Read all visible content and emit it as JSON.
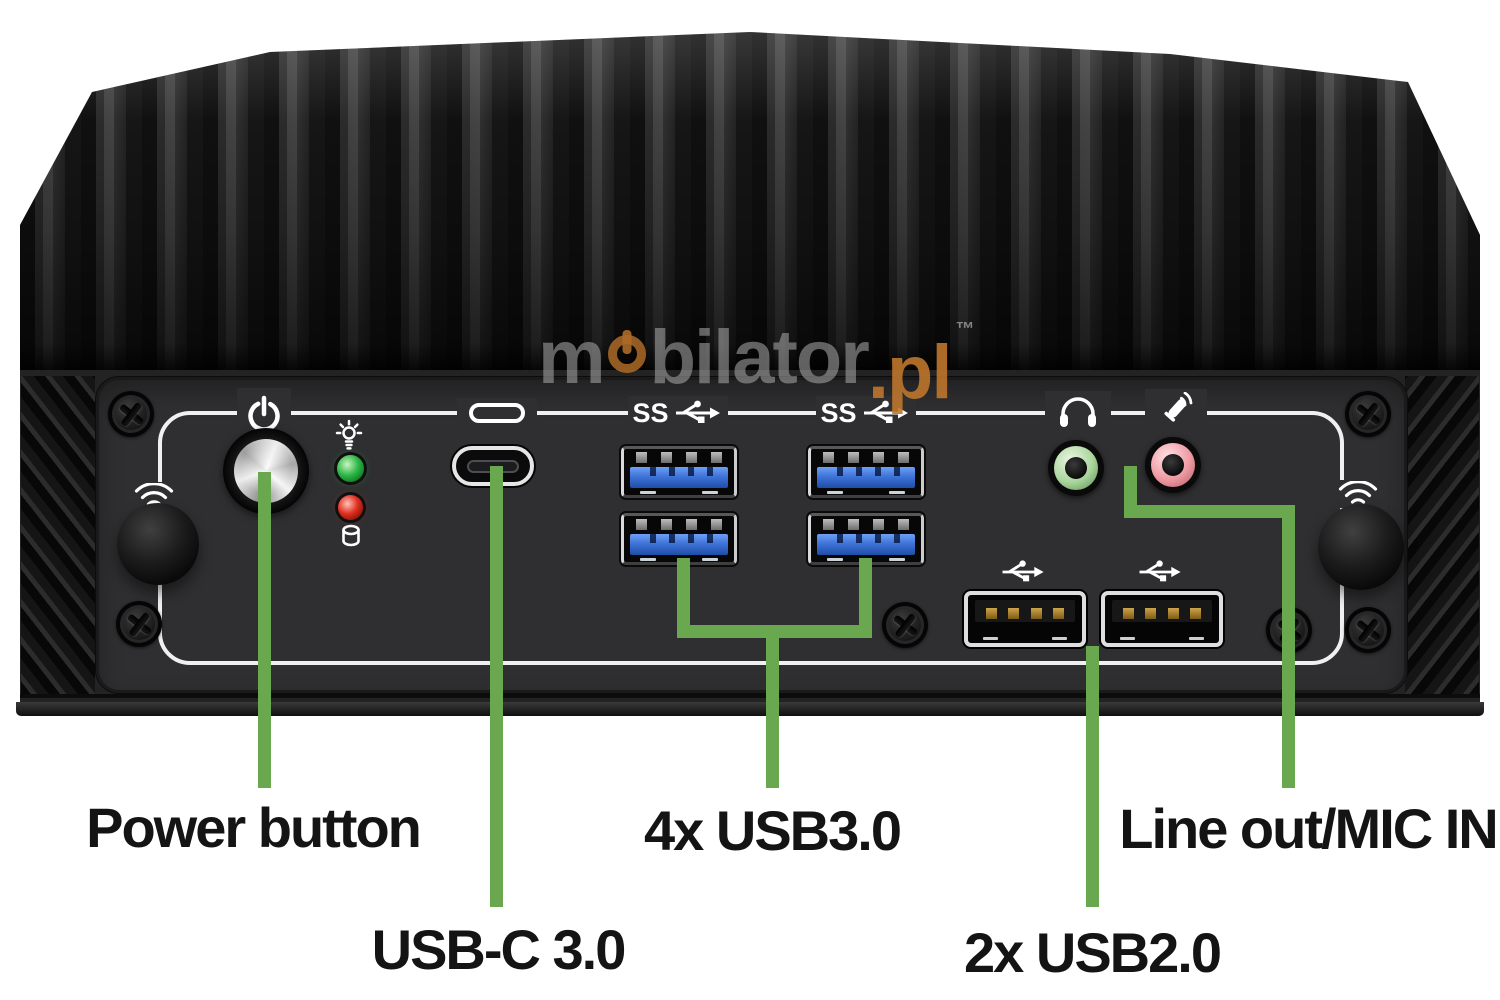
{
  "device": {
    "name": "fanless industrial mini PC - front panel",
    "panel": {
      "ss_label": "SS"
    }
  },
  "watermark": {
    "pre": "m",
    "post": "bilator",
    "suffix": ".pl",
    "trademark": "™"
  },
  "callouts": [
    {
      "id": "power",
      "label": "Power button"
    },
    {
      "id": "usb-c",
      "label": "USB-C 3.0"
    },
    {
      "id": "usb3",
      "label": "4x USB3.0"
    },
    {
      "id": "usb2",
      "label": "2x USB2.0"
    },
    {
      "id": "audio",
      "label": "Line out/MIC IN"
    }
  ],
  "icons": [
    "power-icon",
    "power-led-bulb-icon",
    "hdd-activity-icon",
    "usb-c-icon",
    "usb3-superspeed-icon",
    "usb3-superspeed-icon",
    "headphone-out-icon",
    "microphone-in-icon",
    "usb2-icon",
    "usb2-icon",
    "wifi-antenna-icon",
    "wifi-antenna-icon"
  ],
  "colors": {
    "callout_green": "#6aa84f",
    "usb3_blue": "#3f74d8",
    "line_out_green": "#a9d59c",
    "mic_in_pink": "#ef9aa2",
    "led_green": "#2fb848",
    "led_red": "#e03020",
    "watermark_gray": "#a0a0a0",
    "watermark_orange": "#be762c"
  }
}
